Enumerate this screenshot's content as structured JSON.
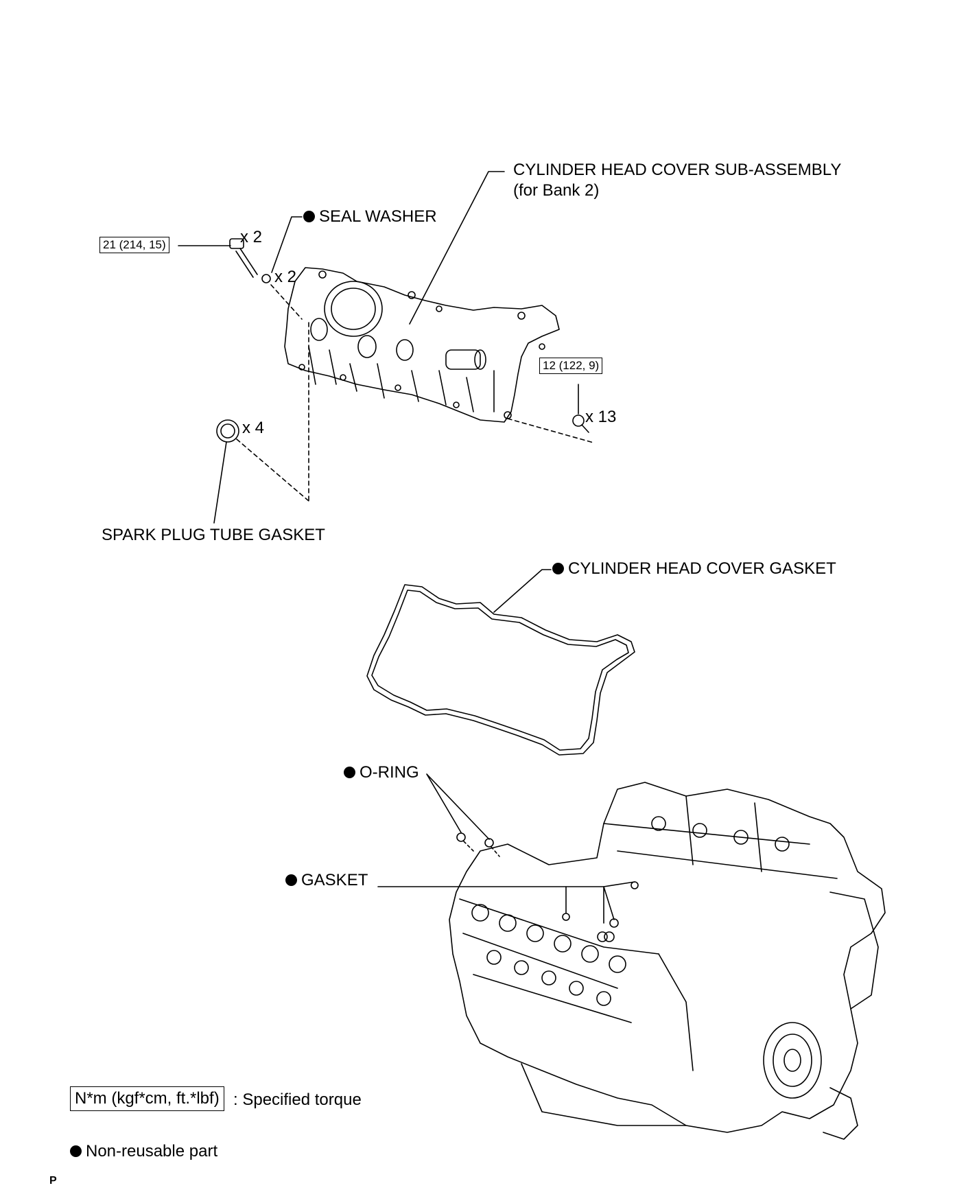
{
  "labels": {
    "cover": "CYLINDER HEAD COVER SUB-ASSEMBLY",
    "cover_sub": "(for Bank 2)",
    "seal_washer": "SEAL WASHER",
    "spark_plug_tube_gasket": "SPARK PLUG TUBE GASKET",
    "cover_gasket": "CYLINDER HEAD COVER GASKET",
    "o_ring": "O-RING",
    "gasket": "GASKET"
  },
  "quantities": {
    "bolt_top": "x 2",
    "seal_washer": "x 2",
    "spark_plug_gasket": "x 4",
    "bolt_cover": "x 13"
  },
  "torque": {
    "top_bolt": "21 (214, 15)",
    "cover_bolts": "12 (122, 9)"
  },
  "legend": {
    "torque_unit": "N*m (kgf*cm, ft.*lbf)",
    "torque_text": ": Specified torque",
    "non_reusable": "Non-reusable part"
  },
  "footer": {
    "page_mark": "P"
  },
  "colors": {
    "ink": "#000000",
    "background": "#ffffff"
  }
}
